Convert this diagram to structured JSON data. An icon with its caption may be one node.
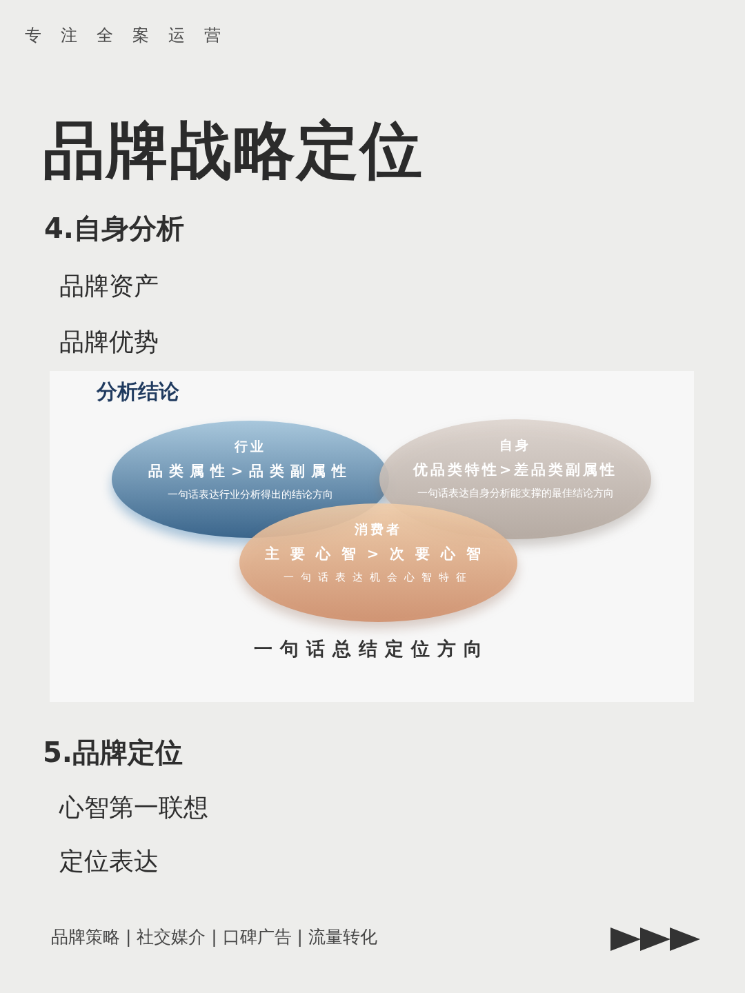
{
  "diagram": {
    "title": "品牌战略定位",
    "nodes": [
      {
        "text": [
          "分析结论",
          "一句话总结定位方向"
        ]
      },
      {
        "text": [
          "行业",
          "品类属性>品类副属性",
          "一句话表达行业分析得出的结论方向"
        ],
        "in": 0
      },
      {
        "text": [
          "自身",
          "优品类特性>差品类副属性",
          "一句话表达自身分析能支撑的最佳结论方向"
        ],
        "in": 0
      },
      {
        "text": [
          "消费者",
          "主要心智>次要心智",
          "一句话表达机会心智特征"
        ],
        "in": 0
      }
    ],
    "labels": [
      "专注全案运营",
      "4.自身分析",
      "品牌资产",
      "品牌优势",
      "5.品牌定位",
      "心智第一联想",
      "定位表达",
      "品牌策略 | 社交媒介 | 口碑广告 | 流量转化"
    ]
  }
}
